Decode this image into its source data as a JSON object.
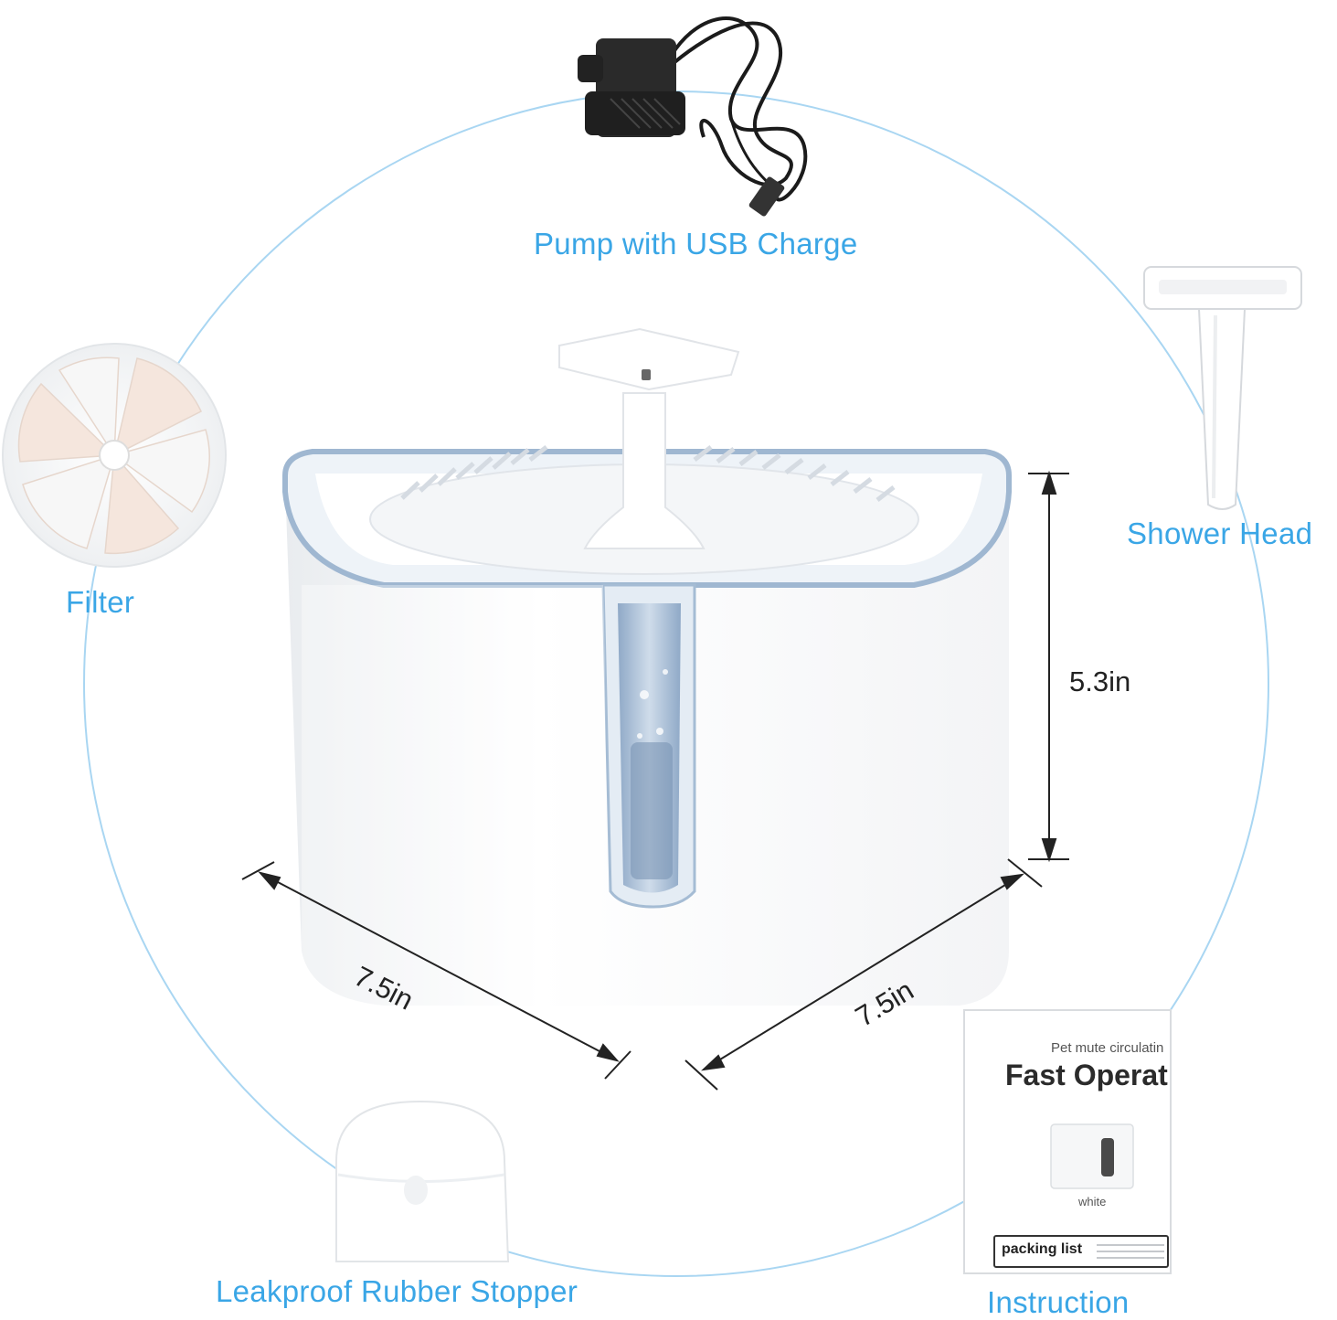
{
  "colors": {
    "label_blue": "#3aa6e6",
    "circle_blue": "#9fd2f0",
    "product_white": "#ffffff",
    "rim_blue": "#9fb7d1",
    "dimension_line": "#222222"
  },
  "parts": {
    "pump": "Pump with USB Charge",
    "shower_head": "Shower Head",
    "filter": "Filter",
    "stopper": "Leakproof Rubber Stopper",
    "instruction": "Instruction"
  },
  "dimensions": {
    "height": "5.3in",
    "width_left": "7.5in",
    "width_right": "7.5in"
  },
  "manual": {
    "subtitle": "Pet mute circulatin",
    "title": "Fast Operat",
    "color_word": "white",
    "packing_label": "packing list"
  }
}
